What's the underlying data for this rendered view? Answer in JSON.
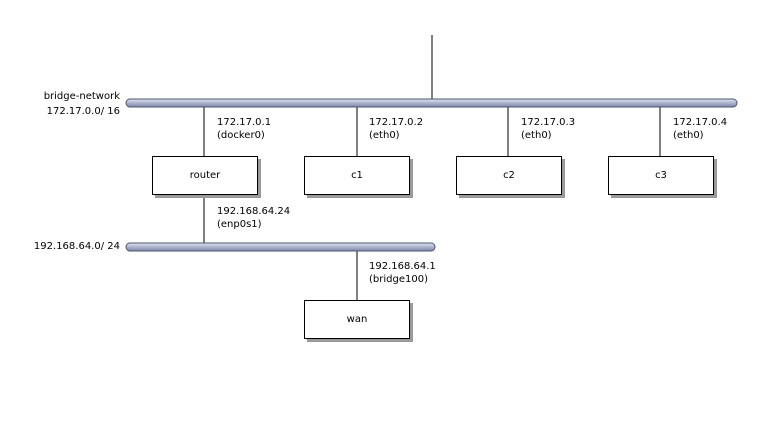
{
  "networks": {
    "bridge": {
      "name": "bridge-network",
      "cidr": "172.17.0.0/ 16"
    },
    "wan_net": {
      "cidr": "192.168.64.0/ 24"
    }
  },
  "nodes": {
    "router": "router",
    "c1": "c1",
    "c2": "c2",
    "c3": "c3",
    "wan": "wan"
  },
  "interfaces": {
    "router_docker0": {
      "ip": "172.17.0.1",
      "dev": "(docker0)"
    },
    "c1_eth0": {
      "ip": "172.17.0.2",
      "dev": "(eth0)"
    },
    "c2_eth0": {
      "ip": "172.17.0.3",
      "dev": "(eth0)"
    },
    "c3_eth0": {
      "ip": "172.17.0.4",
      "dev": "(eth0)"
    },
    "router_enp0s1": {
      "ip": "192.168.64.24",
      "dev": "(enp0s1)"
    },
    "wan_bridge100": {
      "ip": "192.168.64.1",
      "dev": "(bridge100)"
    }
  }
}
